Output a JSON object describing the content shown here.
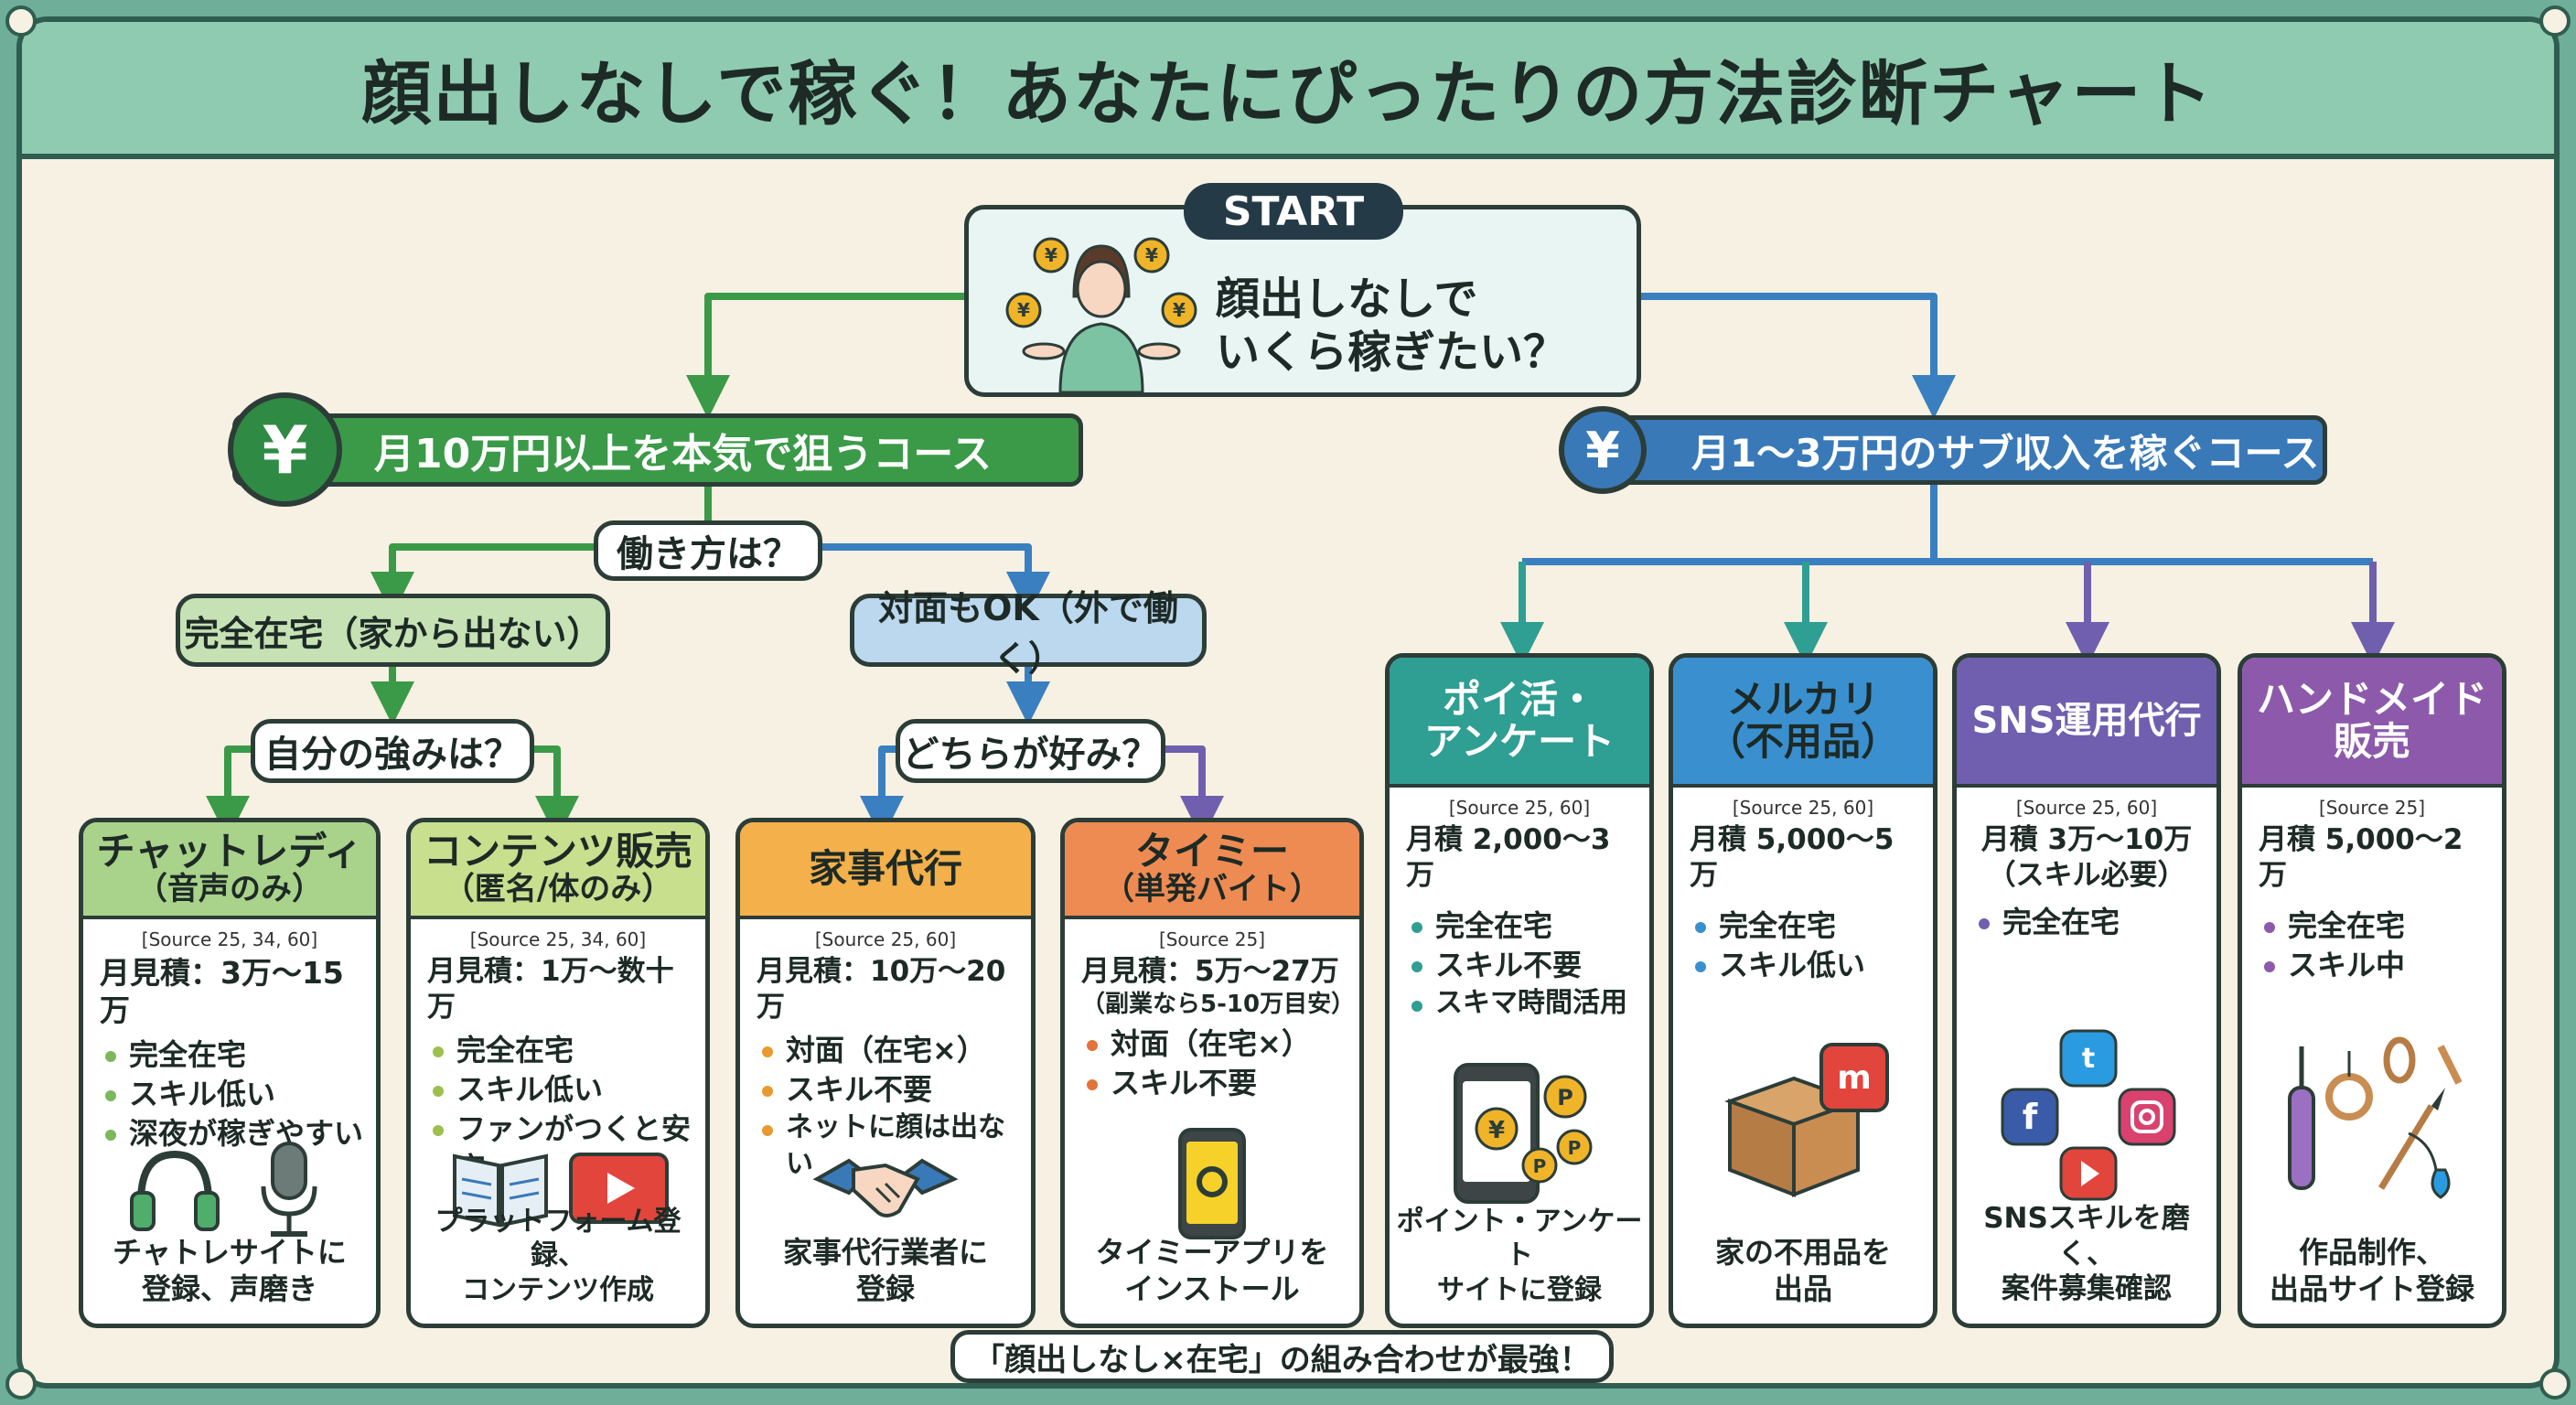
{
  "title": "顔出しなしで稼ぐ！あなたにぴったりの方法診断チャート",
  "start": {
    "badge": "START",
    "question_line1": "顔出しなしで",
    "question_line2": "いくら稼ぎたい？"
  },
  "left_course": {
    "icon": "¥",
    "label": "月10万円以上を本気で狙うコース"
  },
  "right_course": {
    "icon": "¥",
    "label": "月1〜3万円のサブ収入を稼ぐコース"
  },
  "q_workstyle": "働き方は？",
  "opt_home": "完全在宅（家から出ない）",
  "opt_face": "対面もOK（外で働く）",
  "q_strength": "自分の強みは？",
  "q_prefer": "どちらが好み？",
  "cards": [
    {
      "title": "チャットレディ",
      "subtitle": "（音声のみ）",
      "source": "[Source 25, 34, 60]",
      "earn": "月見積：3万〜15万",
      "bullets": [
        "完全在宅",
        "スキル低い",
        "深夜が稼ぎやすい"
      ],
      "action1": "チャトレサイトに",
      "action2": "登録、声磨き"
    },
    {
      "title": "コンテンツ販売",
      "subtitle": "（匿名/体のみ）",
      "source": "[Source 25, 34, 60]",
      "earn": "月見積：1万〜数十万",
      "bullets": [
        "完全在宅",
        "スキル低い",
        "ファンがつくと安定"
      ],
      "action1": "プラットフォーム登録、",
      "action2": "コンテンツ作成"
    },
    {
      "title": "家事代行",
      "subtitle": "",
      "source": "[Source 25, 60]",
      "earn": "月見積：10万〜20万",
      "bullets": [
        "対面（在宅×）",
        "スキル不要",
        "ネットに顔は出ない"
      ],
      "action1": "家事代行業者に",
      "action2": "登録"
    },
    {
      "title": "タイミー",
      "subtitle": "（単発バイト）",
      "source": "[Source 25]",
      "earn": "月見積：5万〜27万",
      "earn2": "（副業なら5-10万目安）",
      "bullets": [
        "対面（在宅×）",
        "スキル不要"
      ],
      "action1": "タイミーアプリを",
      "action2": "インストール"
    },
    {
      "title": "ポイ活・",
      "subtitle": "アンケート",
      "source": "[Source 25, 60]",
      "earn": "月積 2,000〜3万",
      "bullets": [
        "完全在宅",
        "スキル不要",
        "スキマ時間活用"
      ],
      "action1": "ポイント・アンケート",
      "action2": "サイトに登録"
    },
    {
      "title": "メルカリ",
      "subtitle": "（不用品）",
      "source": "[Source 25, 60]",
      "earn": "月積 5,000〜5万",
      "bullets": [
        "完全在宅",
        "スキル低い"
      ],
      "action1": "家の不用品を",
      "action2": "出品"
    },
    {
      "title": "SNS運用代行",
      "subtitle": "",
      "source": "[Source 25, 60]",
      "earn": "月積 3万〜10万",
      "earn2": "（スキル必要）",
      "bullets": [
        "完全在宅"
      ],
      "action1": "SNSスキルを磨く、",
      "action2": "案件募集確認"
    },
    {
      "title": "ハンドメイド",
      "subtitle": "販売",
      "source": "[Source 25]",
      "earn": "月積 5,000〜2万",
      "bullets": [
        "完全在宅",
        "スキル中"
      ],
      "action1": "作品制作、",
      "action2": "出品サイト登録"
    }
  ],
  "footer": "「顔出しなし×在宅」の組み合わせが最強！",
  "colors": {
    "green_line": "#3b9a48",
    "blue_line": "#3a7fc0",
    "teal_line": "#2f9e93",
    "purple_line": "#6f5fae",
    "left_course_bg": "#2f8a43",
    "right_course_bg": "#3a79b8"
  }
}
